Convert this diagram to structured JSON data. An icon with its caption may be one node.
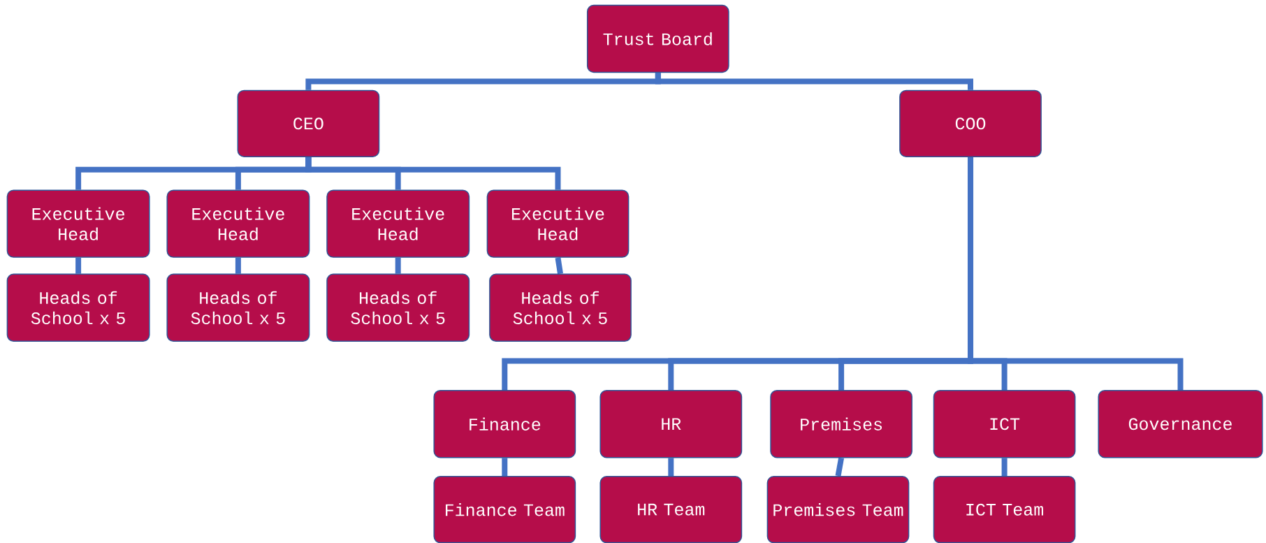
{
  "diagram": {
    "nodes": [
      {
        "text": [
          "Trust Board"
        ]
      },
      {
        "text": [
          "CEO"
        ]
      },
      {
        "text": [
          "COO"
        ]
      },
      {
        "text": [
          "Executive Head"
        ]
      },
      {
        "text": [
          "Executive Head"
        ]
      },
      {
        "text": [
          "Executive Head"
        ]
      },
      {
        "text": [
          "Executive Head"
        ]
      },
      {
        "text": [
          "Heads of School x 5"
        ]
      },
      {
        "text": [
          "Heads of School x 5"
        ]
      },
      {
        "text": [
          "Heads of School x 5"
        ]
      },
      {
        "text": [
          "Heads of School x 5"
        ]
      },
      {
        "text": [
          "Finance"
        ]
      },
      {
        "text": [
          "HR"
        ]
      },
      {
        "text": [
          "Premises"
        ]
      },
      {
        "text": [
          "ICT"
        ]
      },
      {
        "text": [
          "Governance"
        ]
      },
      {
        "text": [
          "Finance Team"
        ]
      },
      {
        "text": [
          "HR Team"
        ]
      },
      {
        "text": [
          "Premises Team"
        ]
      },
      {
        "text": [
          "ICT Team"
        ]
      }
    ],
    "edges": [
      {
        "from": 0,
        "to": 1,
        "arrow": "none"
      },
      {
        "from": 0,
        "to": 2,
        "arrow": "none"
      },
      {
        "from": 1,
        "to": 3,
        "arrow": "none"
      },
      {
        "from": 1,
        "to": 4,
        "arrow": "none"
      },
      {
        "from": 1,
        "to": 5,
        "arrow": "none"
      },
      {
        "from": 1,
        "to": 6,
        "arrow": "none"
      },
      {
        "from": 3,
        "to": 7,
        "arrow": "none"
      },
      {
        "from": 4,
        "to": 8,
        "arrow": "none"
      },
      {
        "from": 5,
        "to": 9,
        "arrow": "none"
      },
      {
        "from": 6,
        "to": 10,
        "arrow": "none"
      },
      {
        "from": 2,
        "to": 11,
        "arrow": "none"
      },
      {
        "from": 2,
        "to": 12,
        "arrow": "none"
      },
      {
        "from": 2,
        "to": 13,
        "arrow": "none"
      },
      {
        "from": 2,
        "to": 14,
        "arrow": "none"
      },
      {
        "from": 2,
        "to": 15,
        "arrow": "none"
      },
      {
        "from": 11,
        "to": 16,
        "arrow": "none"
      },
      {
        "from": 12,
        "to": 17,
        "arrow": "none"
      },
      {
        "from": 13,
        "to": 18,
        "arrow": "none"
      },
      {
        "from": 14,
        "to": 19,
        "arrow": "none"
      }
    ]
  }
}
